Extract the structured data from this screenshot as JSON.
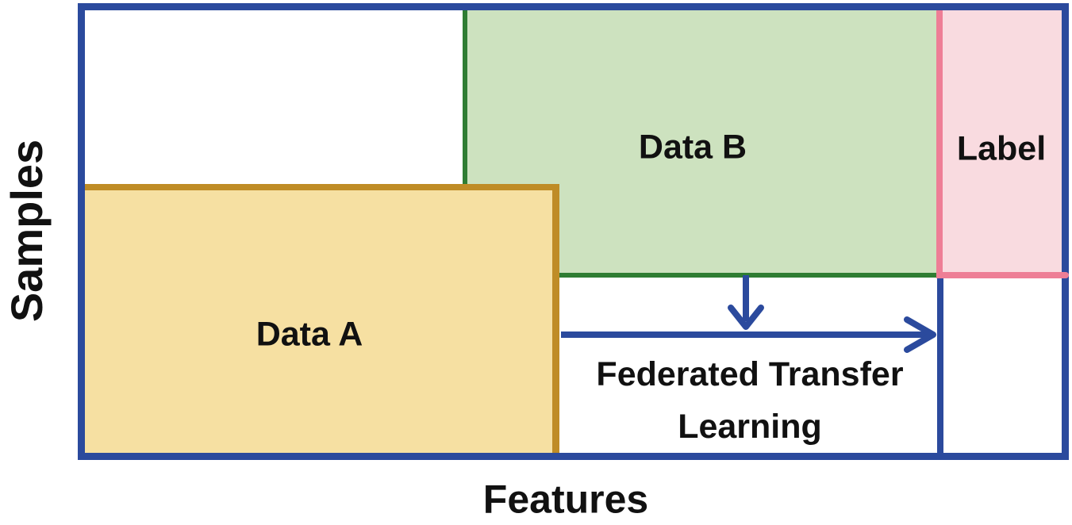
{
  "labels": {
    "y_axis": "Samples",
    "x_axis": "Features"
  },
  "regions": {
    "data_a": {
      "label": "Data A",
      "fill": "#f6e0a2",
      "border": "#bf8c26"
    },
    "data_b": {
      "label": "Data B",
      "fill": "#cde2bf",
      "border": "#2f7d33"
    },
    "label": {
      "label": "Label",
      "fill": "#f9dbe0",
      "border": "#ee7e96"
    }
  },
  "annotation": {
    "line1": "Federated Transfer",
    "line2": "Learning"
  },
  "colors": {
    "frame": "#2b4a9d",
    "arrow": "#2b4a9d",
    "text": "#111111"
  }
}
